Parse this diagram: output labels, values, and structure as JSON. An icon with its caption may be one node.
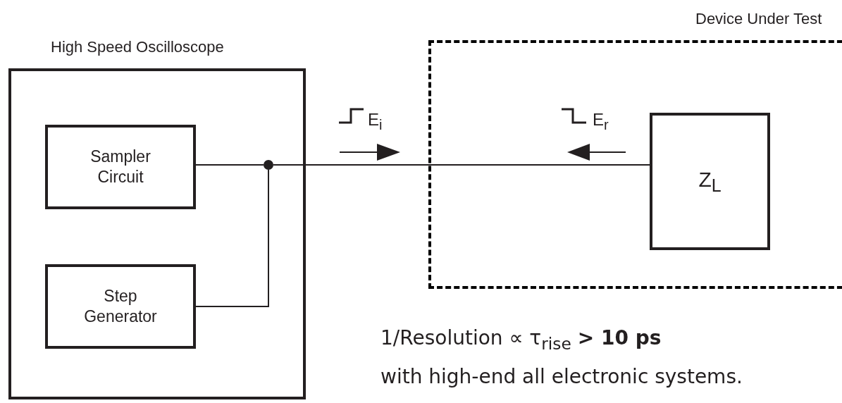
{
  "diagram": {
    "nodes": [
      {
        "text": [
          "High Speed Oscilloscope"
        ]
      },
      {
        "text": [
          "Sampler Circuit"
        ],
        "in": 0
      },
      {
        "text": [
          "Step Generator"
        ],
        "in": 0
      },
      {
        "text": [],
        "shape": "circle",
        "in": 0
      },
      {
        "text": [
          "Device Under Test"
        ]
      },
      {
        "text": [
          "Z$_{L}$"
        ],
        "in": 4
      }
    ],
    "edges": [
      {
        "from": 1,
        "to": 3,
        "arrow": "none"
      },
      {
        "from": 2,
        "to": 3,
        "arrow": "none"
      },
      {
        "from": 3,
        "to": 5,
        "arrow": "none"
      }
    ],
    "labels": [
      "E$_{i}$",
      "E$_{r}$",
      "1/Resolution ∝ τ$_{rise}$ **> 10 ps**",
      "with high-end all electronic systems."
    ]
  }
}
